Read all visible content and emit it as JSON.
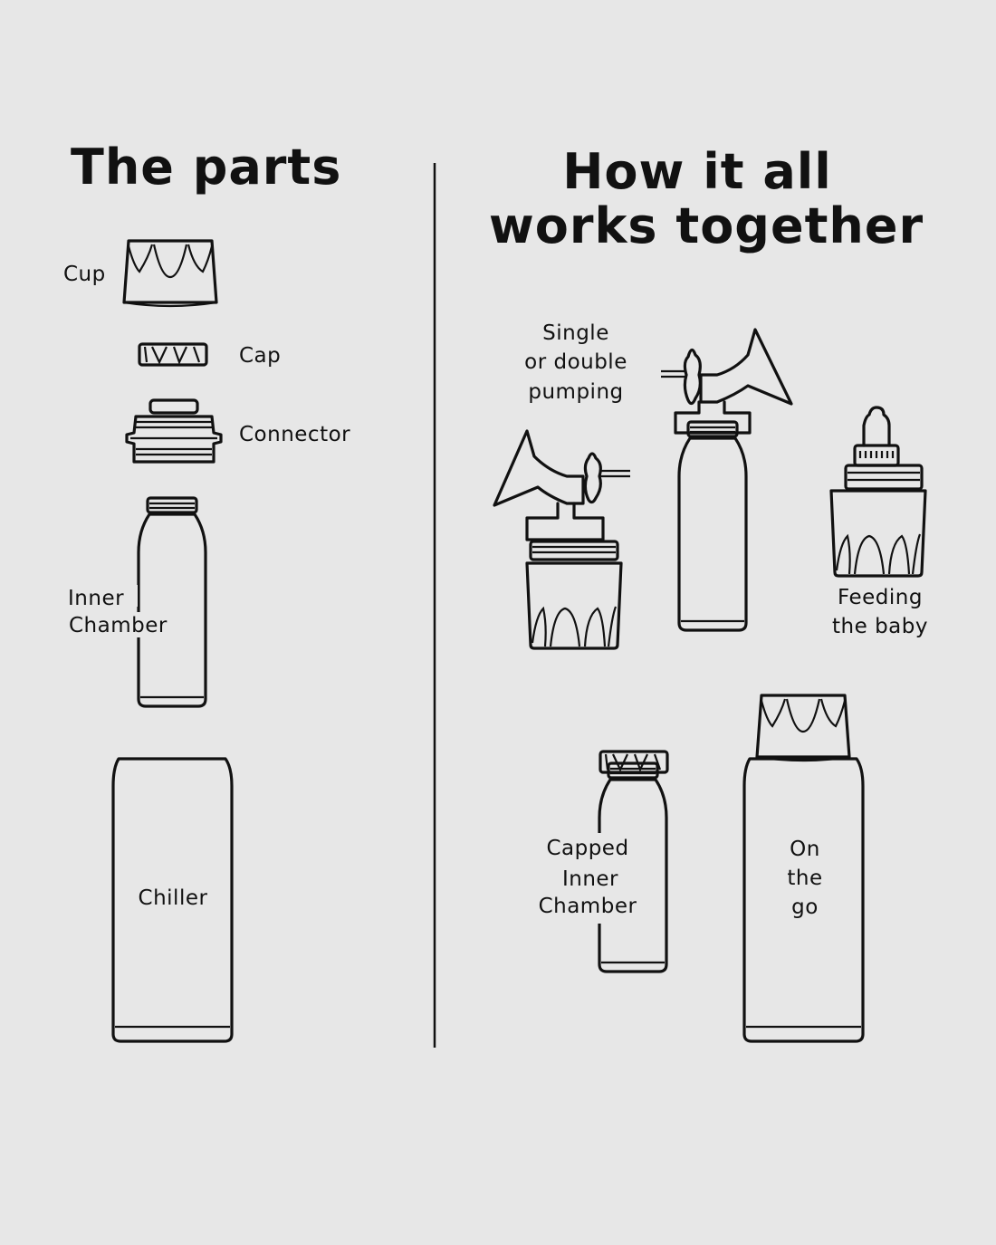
{
  "left": {
    "title": "The parts",
    "labels": {
      "cup": "Cup",
      "cap": "Cap",
      "connector": "Connector",
      "inner_chamber": [
        "Inner",
        "Chamber"
      ],
      "chiller": "Chiller"
    }
  },
  "right": {
    "title": [
      "How it all",
      "works together"
    ],
    "labels": {
      "pumping": [
        "Single",
        "or double",
        "pumping"
      ],
      "feeding": [
        "Feeding",
        "the baby"
      ],
      "capped": [
        "Capped",
        "Inner",
        "Chamber"
      ],
      "on_the_go": [
        "On",
        "the",
        "go"
      ]
    }
  }
}
